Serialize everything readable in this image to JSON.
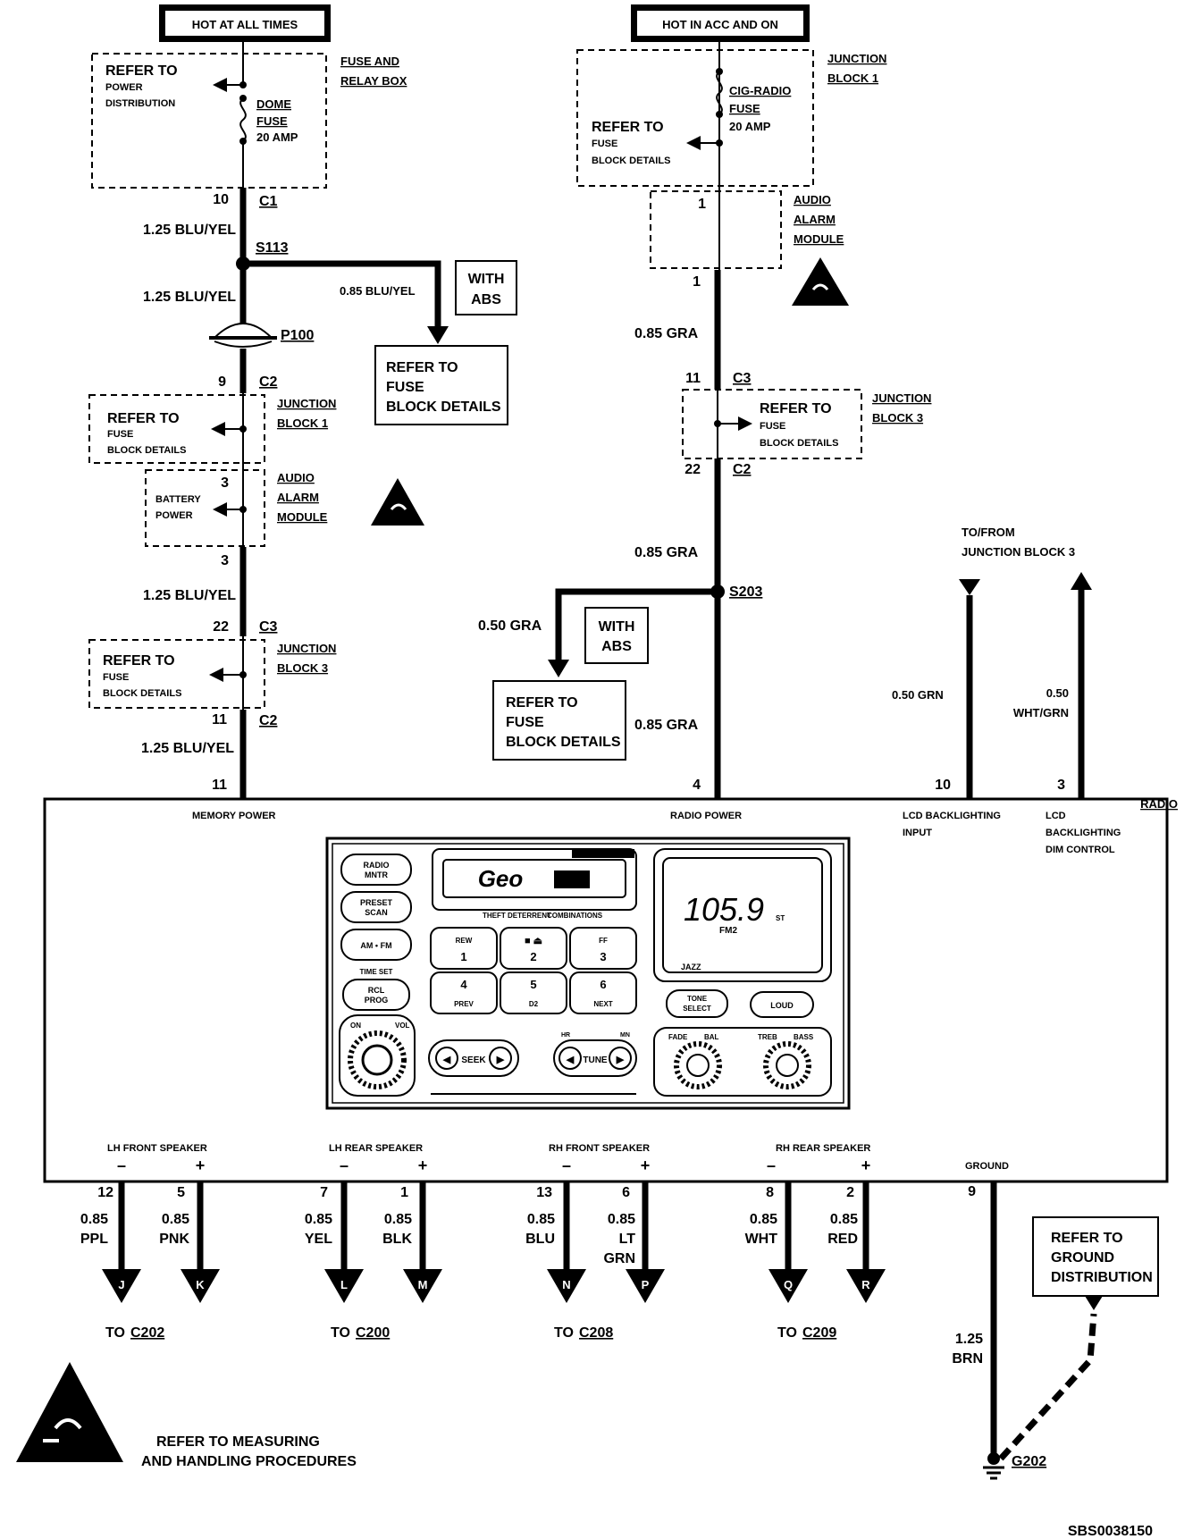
{
  "power_headers": {
    "left": "HOT AT ALL TIMES",
    "right": "HOT IN ACC AND ON"
  },
  "left_circuit": {
    "fuse_box_label_1": "FUSE AND",
    "fuse_box_label_2": "RELAY BOX",
    "refer_1": "REFER TO",
    "refer_2": "POWER",
    "refer_3": "DISTRIBUTION",
    "fuse_name_1": "DOME",
    "fuse_name_2": "FUSE",
    "fuse_rating": "20 AMP",
    "pin_c1": "10",
    "conn_c1": "C1",
    "wire_1": "1.25 BLU/YEL",
    "splice": "S113",
    "wire_2": "1.25 BLU/YEL",
    "branch_wire": "0.85 BLU/YEL",
    "with_abs_1": "WITH",
    "with_abs_2": "ABS",
    "branch_refer_1": "REFER TO",
    "branch_refer_2": "FUSE",
    "branch_refer_3": "BLOCK DETAILS",
    "pass_through": "P100",
    "pin_c2": "9",
    "conn_c2": "C2",
    "jb1_label_1": "JUNCTION",
    "jb1_label_2": "BLOCK 1",
    "jb1_refer_1": "REFER TO",
    "jb1_refer_2": "FUSE",
    "jb1_refer_3": "BLOCK DETAILS",
    "aam_pin_in": "3",
    "aam_label_1": "AUDIO",
    "aam_label_2": "ALARM",
    "aam_label_3": "MODULE",
    "aam_batt_1": "BATTERY",
    "aam_batt_2": "POWER",
    "aam_pin_out": "3",
    "wire_3": "1.25 BLU/YEL",
    "pin_c3": "22",
    "conn_c3": "C3",
    "jb3_label_1": "JUNCTION",
    "jb3_label_2": "BLOCK 3",
    "jb3_refer_1": "REFER TO",
    "jb3_refer_2": "FUSE",
    "jb3_refer_3": "BLOCK DETAILS",
    "pin_c2b": "11",
    "conn_c2b": "C2",
    "wire_4": "1.25 BLU/YEL",
    "radio_pin": "11"
  },
  "right_circuit": {
    "jb1_label_1": "JUNCTION",
    "jb1_label_2": "BLOCK 1",
    "refer_1": "REFER TO",
    "refer_2": "FUSE",
    "refer_3": "BLOCK DETAILS",
    "fuse_name_1": "CIG-RADIO",
    "fuse_name_2": "FUSE",
    "fuse_rating": "20 AMP",
    "aam_pin_in": "1",
    "aam_label_1": "AUDIO",
    "aam_label_2": "ALARM",
    "aam_label_3": "MODULE",
    "aam_pin_out": "1",
    "wire_1": "0.85 GRA",
    "pin_c3": "11",
    "conn_c3": "C3",
    "jb3_label_1": "JUNCTION",
    "jb3_label_2": "BLOCK 3",
    "jb3_refer_1": "REFER TO",
    "jb3_refer_2": "FUSE",
    "jb3_refer_3": "BLOCK DETAILS",
    "pin_c2": "22",
    "conn_c2": "C2",
    "wire_2": "0.85 GRA",
    "splice": "S203",
    "branch_wire": "0.50 GRA",
    "with_abs_1": "WITH",
    "with_abs_2": "ABS",
    "branch_refer_1": "REFER TO",
    "branch_refer_2": "FUSE",
    "branch_refer_3": "BLOCK DETAILS",
    "wire_3": "0.85 GRA",
    "radio_pin": "4"
  },
  "lcd_circuit": {
    "to_from_1": "TO/FROM",
    "to_from_2": "JUNCTION BLOCK 3",
    "wire_a": "0.50 GRN",
    "wire_b_1": "0.50",
    "wire_b_2": "WHT/GRN",
    "pin_a": "10",
    "pin_b": "3"
  },
  "radio": {
    "name": "RADIO",
    "memory_power": "MEMORY POWER",
    "radio_power": "RADIO POWER",
    "lcd_input_1": "LCD BACKLIGHTING",
    "lcd_input_2": "INPUT",
    "lcd_dim_1": "LCD",
    "lcd_dim_2": "BACKLIGHTING",
    "lcd_dim_3": "DIM CONTROL",
    "faceplate": {
      "btn_radio_mntr_1": "RADIO",
      "btn_radio_mntr_2": "MNTR",
      "btn_preset_1": "PRESET",
      "btn_preset_2": "SCAN",
      "btn_amfm": "AM • FM",
      "time_set": "TIME SET",
      "btn_rcl_1": "RCL",
      "btn_rcl_2": "PROG",
      "on": "ON",
      "vol": "VOL",
      "brand": "Geo",
      "theft": "THEFT DETERRENT",
      "combinations": "COMBINATIONS",
      "rew": "REW",
      "ff": "FF",
      "prev": "PREV",
      "d2": "D2",
      "next": "NEXT",
      "keys": [
        "1",
        "2",
        "3",
        "4",
        "5",
        "6"
      ],
      "seek": "SEEK",
      "tune": "TUNE",
      "hr": "HR",
      "mn": "MN",
      "freq": "105.9",
      "st": "ST",
      "fm2": "FM2",
      "jazz": "JAZZ",
      "tone_1": "TONE",
      "tone_2": "SELECT",
      "loud": "LOUD",
      "fade": "FADE",
      "bal": "BAL",
      "treb": "TREB",
      "bass": "BASS"
    },
    "groups": [
      "LH FRONT SPEAKER",
      "LH REAR SPEAKER",
      "RH FRONT SPEAKER",
      "RH REAR SPEAKER"
    ],
    "ground_label": "GROUND"
  },
  "speaker_outputs": [
    {
      "pin": "12",
      "gauge": "0.85",
      "color": "PPL",
      "color2": "",
      "letter": "J"
    },
    {
      "pin": "5",
      "gauge": "0.85",
      "color": "PNK",
      "color2": "",
      "letter": "K"
    },
    {
      "pin": "7",
      "gauge": "0.85",
      "color": "YEL",
      "color2": "",
      "letter": "L"
    },
    {
      "pin": "1",
      "gauge": "0.85",
      "color": "BLK",
      "color2": "",
      "letter": "M"
    },
    {
      "pin": "13",
      "gauge": "0.85",
      "color": "BLU",
      "color2": "",
      "letter": "N"
    },
    {
      "pin": "6",
      "gauge": "0.85",
      "color": "LT",
      "color2": "GRN",
      "letter": "P"
    },
    {
      "pin": "8",
      "gauge": "0.85",
      "color": "WHT",
      "color2": "",
      "letter": "Q"
    },
    {
      "pin": "2",
      "gauge": "0.85",
      "color": "RED",
      "color2": "",
      "letter": "R"
    }
  ],
  "destinations": [
    {
      "to": "TO",
      "conn": "C202"
    },
    {
      "to": "TO",
      "conn": "C200"
    },
    {
      "to": "TO",
      "conn": "C208"
    },
    {
      "to": "TO",
      "conn": "C209"
    }
  ],
  "ground": {
    "pin": "9",
    "wire_1": "1.25",
    "wire_2": "BRN",
    "refer_1": "REFER TO",
    "refer_2": "GROUND",
    "refer_3": "DISTRIBUTION",
    "ground_point": "G202"
  },
  "esd_note_1": "REFER TO MEASURING",
  "esd_note_2": "AND HANDLING PROCEDURES",
  "figure_code": "SBS0038150"
}
